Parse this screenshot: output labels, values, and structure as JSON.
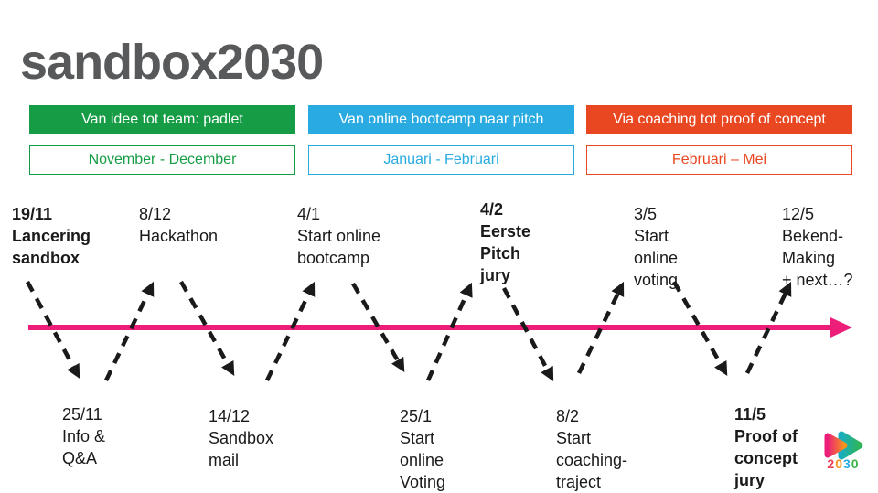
{
  "slide": {
    "title": "sandbox2030",
    "title_color": "#58595B",
    "background_color": "#FFFFFF"
  },
  "phases": [
    {
      "banner_label": "Van idee tot team: padlet",
      "period_label": "November - December",
      "color": "#169C45"
    },
    {
      "banner_label": "Van online bootcamp naar pitch",
      "period_label": "Januari - Februari",
      "color": "#29ABE2"
    },
    {
      "banner_label": "Via coaching tot proof of concept",
      "period_label": "Februari – Mei",
      "color": "#E84722"
    }
  ],
  "timeline": {
    "axis_color": "#EC1E79",
    "connector_color": "#1A1A1A",
    "milestones_above": [
      {
        "date": "19/11",
        "label": "Lancering\nsandbox",
        "emphasis": "bold"
      },
      {
        "date": "8/12",
        "label": "Hackathon",
        "emphasis": "normal"
      },
      {
        "date": "4/1",
        "label": "Start online\nbootcamp",
        "emphasis": "normal"
      },
      {
        "date": "4/2",
        "label": "Eerste\nPitch\njury",
        "emphasis": "bold"
      },
      {
        "date": "3/5",
        "label": "Start\nonline\nvoting",
        "emphasis": "normal"
      },
      {
        "date": "12/5",
        "label": "Bekend-\nMaking\n+ next…?",
        "emphasis": "normal"
      }
    ],
    "milestones_below": [
      {
        "date": "25/11",
        "label": "Info &\nQ&A",
        "emphasis": "normal"
      },
      {
        "date": "14/12",
        "label": "Sandbox\nmail",
        "emphasis": "normal"
      },
      {
        "date": "25/1",
        "label": "Start\nonline\nVoting",
        "emphasis": "normal"
      },
      {
        "date": "8/2",
        "label": "Start\ncoaching-\ntraject",
        "emphasis": "normal"
      },
      {
        "date": "11/5",
        "label": "Proof of\nconcept\njury",
        "emphasis": "bold"
      }
    ]
  },
  "logo": {
    "text": "2030",
    "digits": [
      {
        "char": "2",
        "color": "#EF4056"
      },
      {
        "char": "0",
        "color": "#F7941D"
      },
      {
        "char": "3",
        "color": "#29ABE2"
      },
      {
        "char": "0",
        "color": "#3AB54A"
      }
    ],
    "arrow_gradient_left": {
      "start": "#EC1E79",
      "end": "#F7941D"
    },
    "arrow_gradient_right": {
      "start": "#17AEBF",
      "end": "#2FB457"
    }
  }
}
